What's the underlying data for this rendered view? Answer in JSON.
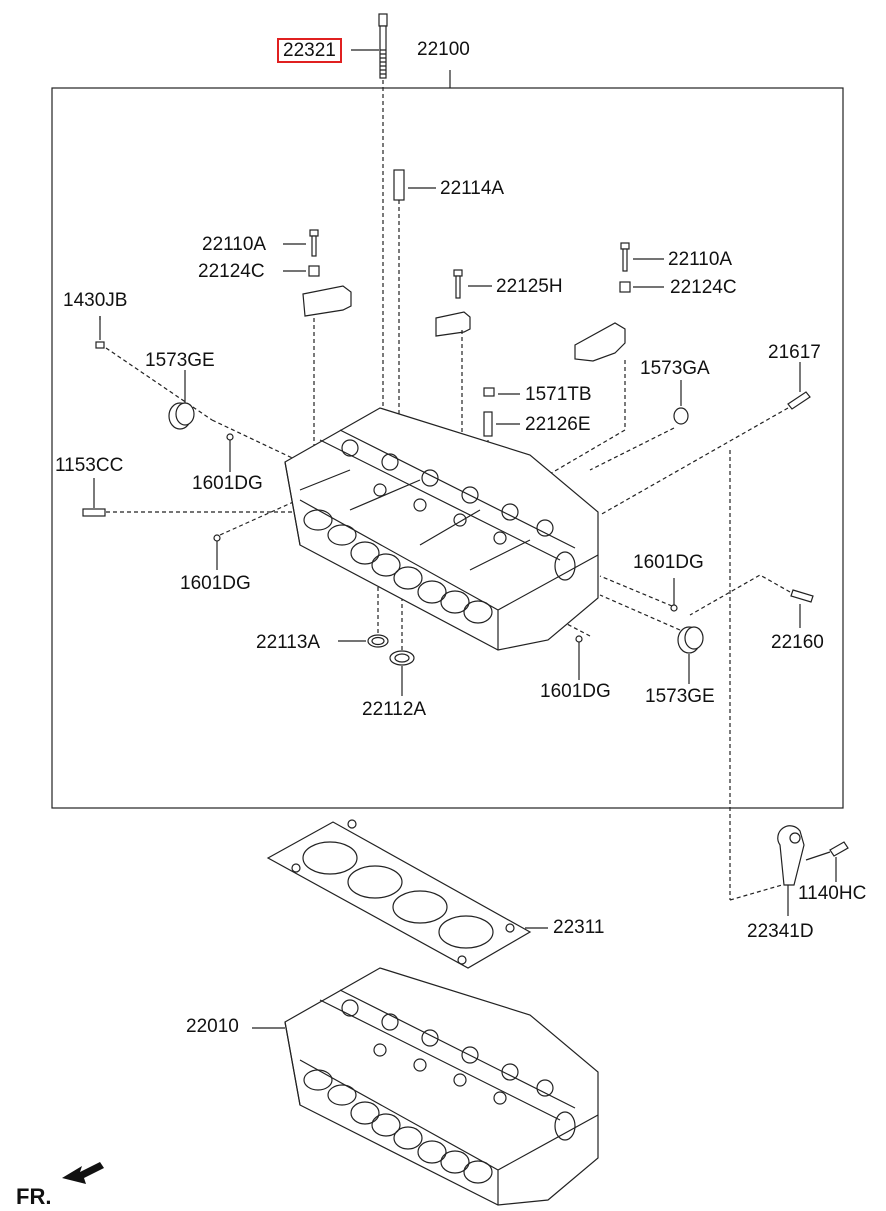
{
  "labels": {
    "p22321": "22321",
    "p22100": "22100",
    "p22114A": "22114A",
    "p22110A_l": "22110A",
    "p22124C_l": "22124C",
    "p22110A_r": "22110A",
    "p22124C_r": "22124C",
    "p22125H": "22125H",
    "p1430JB": "1430JB",
    "p1573GE_t": "1573GE",
    "p1571TB": "1571TB",
    "p22126E": "22126E",
    "p1573GA": "1573GA",
    "p21617": "21617",
    "p1153CC": "1153CC",
    "p1601DG_a": "1601DG",
    "p1601DG_b": "1601DG",
    "p1601DG_c": "1601DG",
    "p1601DG_d": "1601DG",
    "p22160": "22160",
    "p22113A": "22113A",
    "p22112A": "22112A",
    "p1573GE_b": "1573GE",
    "p22311": "22311",
    "p1140HC": "1140HC",
    "p22341D": "22341D",
    "p22010": "22010",
    "fr": "FR."
  },
  "highlight_color": "#e02020"
}
